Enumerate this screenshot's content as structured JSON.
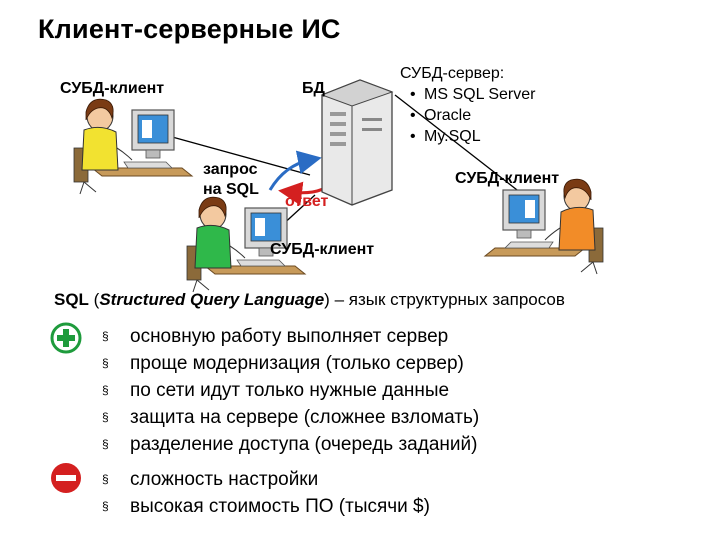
{
  "title": "Клиент-серверные ИС",
  "diagram": {
    "client_top_left": "СУБД-клиент",
    "db_label": "БД",
    "server_title": "СУБД-сервер:",
    "server_items": [
      "MS SQL Server",
      "Oracle",
      "My.SQL"
    ],
    "client_right": "СУБД-клиент",
    "client_bottom": "СУБД-клиент",
    "request_line1": "запрос",
    "request_line2": "на SQL",
    "response": "ответ"
  },
  "sql": {
    "abbr": "SQL",
    "open_paren": " (",
    "full_name": "Structured Query Language",
    "close_paren": ")",
    "rest": " – язык структурных запросов"
  },
  "pros": [
    "основную работу выполняет сервер",
    "проще модернизация (только сервер)",
    "по сети идут только нужные данные",
    "защита на сервере (сложнее взломать)",
    "разделение доступа (очередь заданий)"
  ],
  "cons": [
    "сложность настройки",
    "высокая стоимость ПО (тысячи $)"
  ],
  "icons": {
    "plus": "plus-icon",
    "minus": "minus-icon",
    "bullet": "square-bullet-icon"
  },
  "colors": {
    "plus_green": "#1e9b3c",
    "minus_red": "#d42020",
    "arrow_blue": "#2a6cc4",
    "arrow_red": "#d42020",
    "shirt_yellow": "#f2e230",
    "shirt_green": "#2fb84a",
    "shirt_orange": "#f28c28"
  }
}
